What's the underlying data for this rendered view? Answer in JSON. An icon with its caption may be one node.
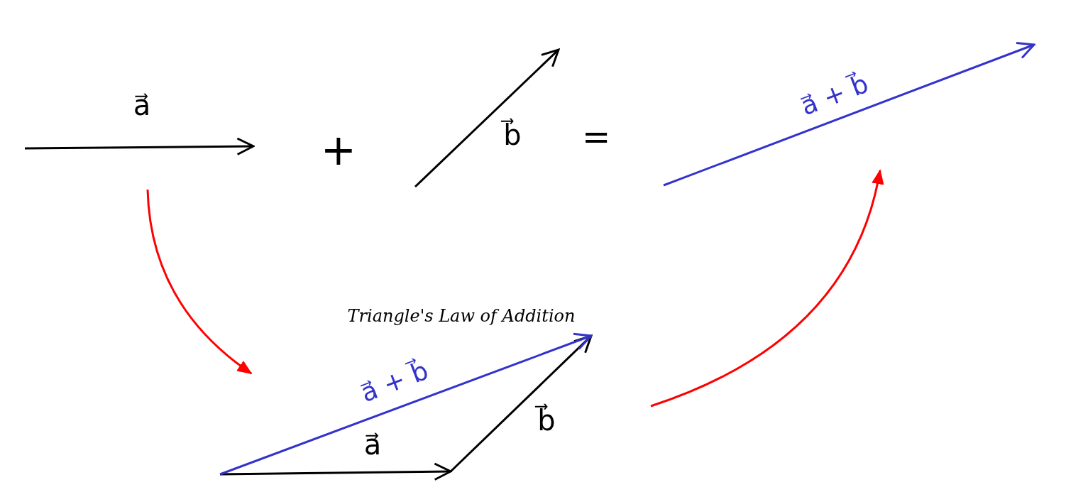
{
  "diagram": {
    "labels": [
      "a⃗",
      "+",
      "b⃗",
      "=",
      "a⃗ + b⃗",
      "Triangle's Law of Addition",
      "a⃗ + b⃗",
      "b⃗",
      "a⃗"
    ]
  }
}
